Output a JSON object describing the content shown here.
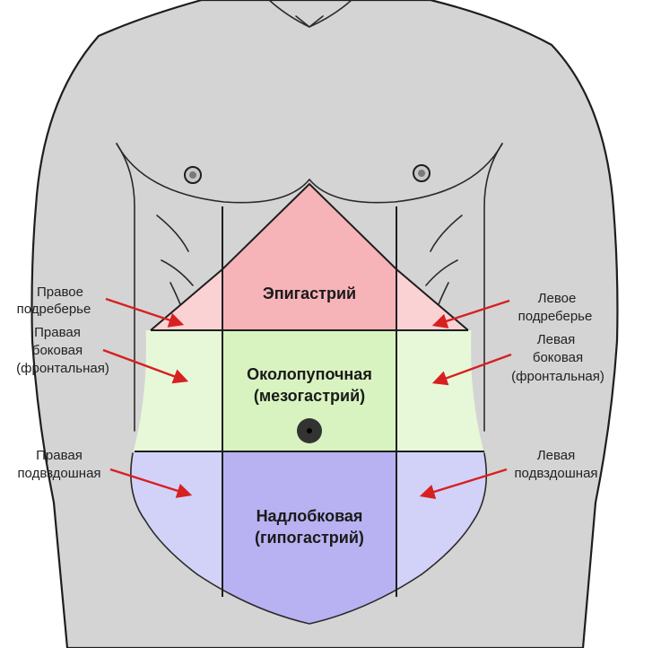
{
  "colors": {
    "body_skin": "#d4d4d4",
    "outline": "#1e1e1e",
    "epigastric": "#f6b4b8",
    "hypochondrium": "#fbd2d4",
    "umbilical": "#d8f3c0",
    "lateral": "#e6f8d8",
    "hypogastric": "#b8b2f2",
    "iliac": "#d2d2f8",
    "arrow": "#d72020"
  },
  "regions": {
    "epigastric": "Эпигастрий",
    "umbilical_line1": "Околопупочная",
    "umbilical_line2": "(мезогастрий)",
    "hypogastric_line1": "Надлобковая",
    "hypogastric_line2": "(гипогастрий)"
  },
  "labels": {
    "right_hypochondrium_line1": "Правое",
    "right_hypochondrium_line2": "подреберье",
    "left_hypochondrium_line1": "Левое",
    "left_hypochondrium_line2": "подреберье",
    "right_lateral_line1": "Правая",
    "right_lateral_line2": "боковая",
    "right_lateral_line3": "(фронтальная)",
    "left_lateral_line1": "Левая",
    "left_lateral_line2": "боковая",
    "left_lateral_line3": "(фронтальная)",
    "right_iliac_line1": "Правая",
    "right_iliac_line2": "подвздошная",
    "left_iliac_line1": "Левая",
    "left_iliac_line2": "подвздошная"
  }
}
